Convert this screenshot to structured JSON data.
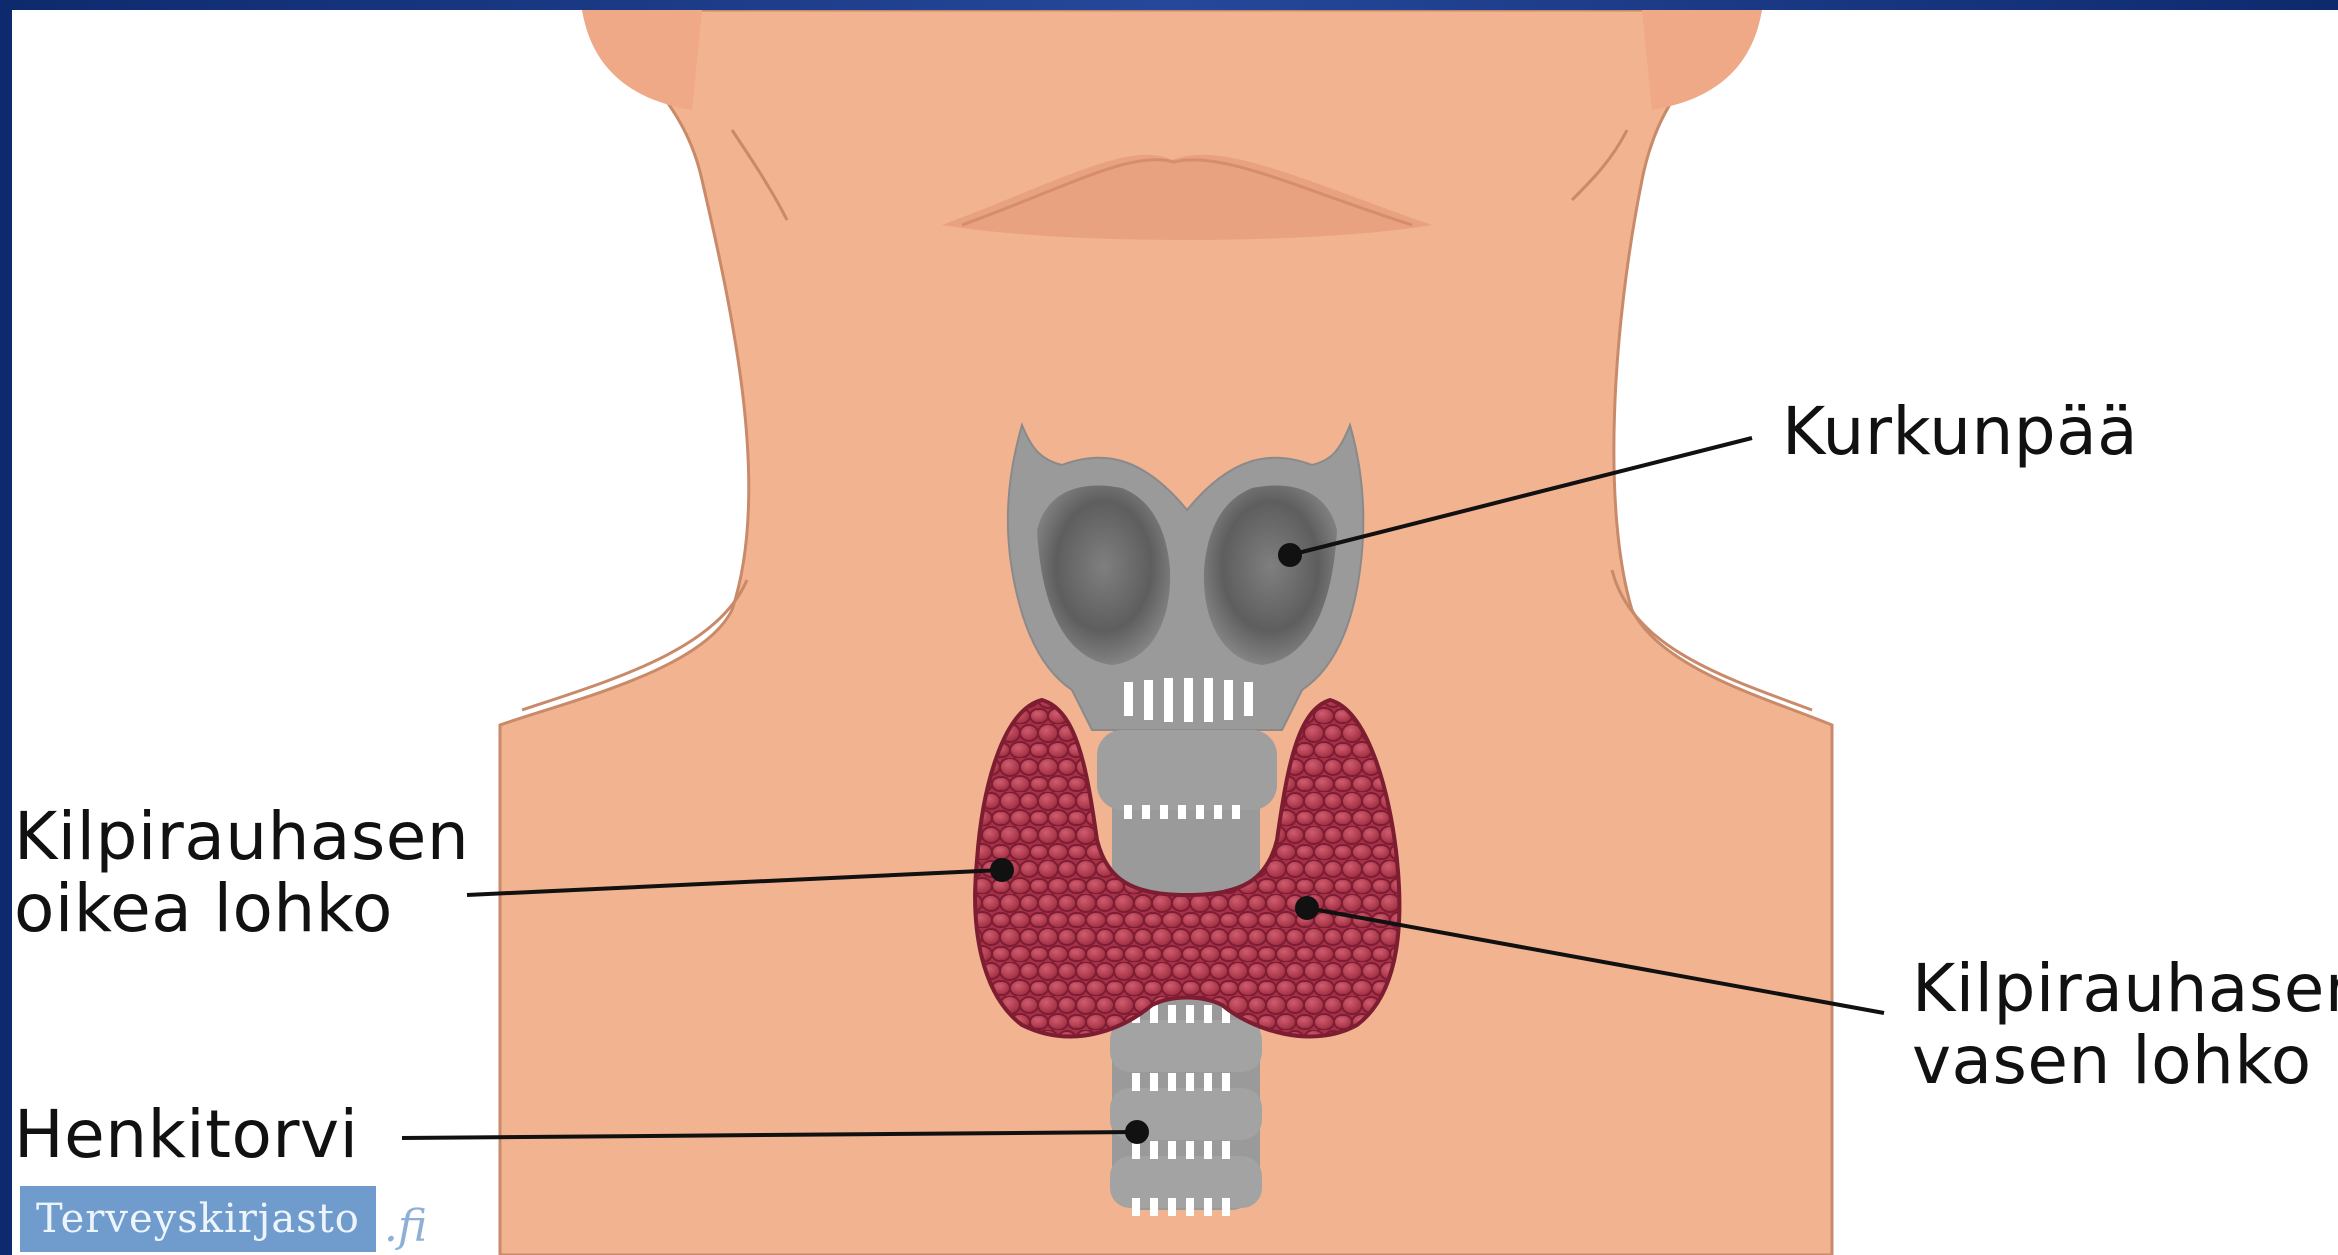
{
  "labels": {
    "larynx": "Kurkunpää",
    "right_lobe_line1": "Kilpirauhasen",
    "right_lobe_line2": "oikea lohko",
    "left_lobe_line1": "Kilpirauhasen",
    "left_lobe_line2": "vasen lohko",
    "trachea": "Henkitorvi"
  },
  "logo": {
    "name": "Terveyskirjasto",
    "tld": ".fi"
  },
  "colors": {
    "frame": "#1f3d86",
    "skin": "#f2b391",
    "skin_outline": "#c98a6a",
    "cartilage": "#9a9a9a",
    "thyroid": "#b0364a",
    "leader_line": "#111111"
  }
}
